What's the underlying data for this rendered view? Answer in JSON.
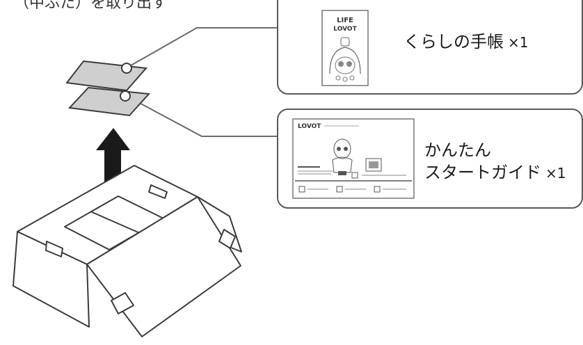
{
  "top_caption": "（中ふた）を取り出す",
  "booklet": {
    "cover_title_1": "LIFE",
    "cover_title_2": "LOVOT",
    "label": "くらしの手帳",
    "qty": "×1"
  },
  "guide": {
    "cover_logo": "LOVOT",
    "label_line1": "かんたん",
    "label_line2": "スタートガイド",
    "qty": "×1"
  },
  "colors": {
    "outline": "#3a3a3a",
    "paper_fill": "#cfcfcf",
    "arrow": "#1a1a1a",
    "leader": "#6a6a6a"
  }
}
